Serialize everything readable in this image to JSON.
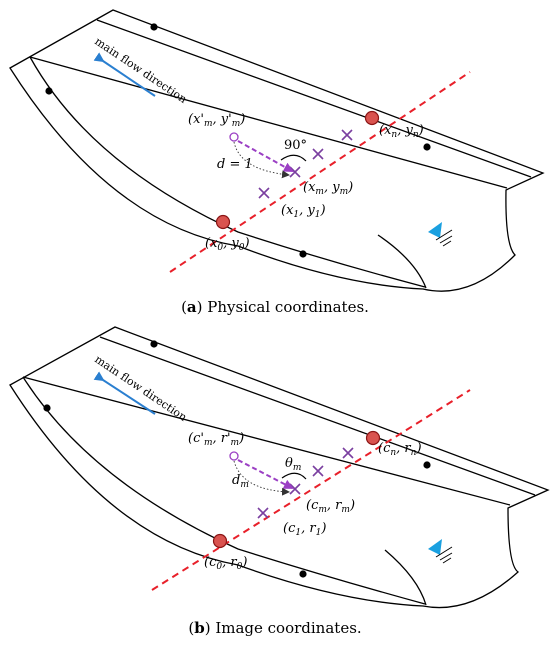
{
  "panels": [
    {
      "id": "a",
      "flow_label": "main flow direction",
      "caption_letter": "a",
      "caption_text": "Physical coordinates.",
      "labels": {
        "p_prime": {
          "base": "(x'",
          "sub1": "m",
          "mid": ", y'",
          "sub2": "m",
          "end": ")"
        },
        "angle": {
          "base": "90°"
        },
        "distance": {
          "base": "d = 1"
        },
        "pn": {
          "base": "(x",
          "sub1": "n",
          "mid": ", y",
          "sub2": "n",
          "end": ")"
        },
        "pm": {
          "base": "(x",
          "sub1": "m",
          "mid": ", y",
          "sub2": "m",
          "end": ")"
        },
        "p1": {
          "base": "(x",
          "sub1": "1",
          "mid": ", y",
          "sub2": "1",
          "end": ")"
        },
        "p0": {
          "base": "(x",
          "sub1": "0",
          "mid": ", y",
          "sub2": "0",
          "end": ")"
        }
      }
    },
    {
      "id": "b",
      "flow_label": "main flow direction",
      "caption_letter": "b",
      "caption_text": "Image coordinates.",
      "labels": {
        "p_prime": {
          "base": "(c'",
          "sub1": "m",
          "mid": ", r'",
          "sub2": "m",
          "end": ")"
        },
        "angle": {
          "base": "θ",
          "sub1": "m"
        },
        "distance": {
          "base": "d",
          "sub1": "m"
        },
        "pn": {
          "base": "(c",
          "sub1": "n",
          "mid": ", r",
          "sub2": "n",
          "end": ")"
        },
        "pm": {
          "base": "(c",
          "sub1": "m",
          "mid": ", r",
          "sub2": "m",
          "end": ")"
        },
        "p1": {
          "base": "(c",
          "sub1": "1",
          "mid": ", r",
          "sub2": "1",
          "end": ")"
        },
        "p0": {
          "base": "(c",
          "sub1": "0",
          "mid": ", r",
          "sub2": "0",
          "end": ")"
        }
      }
    }
  ],
  "colors": {
    "cross_section_line": "#e8202a",
    "marker_x": "#7a3fa0",
    "construction": "#9b3fc4",
    "gcp_fill": "#d9534f",
    "flow_arrow": "#2a7fd0",
    "water_level": "#1aa0e0"
  }
}
